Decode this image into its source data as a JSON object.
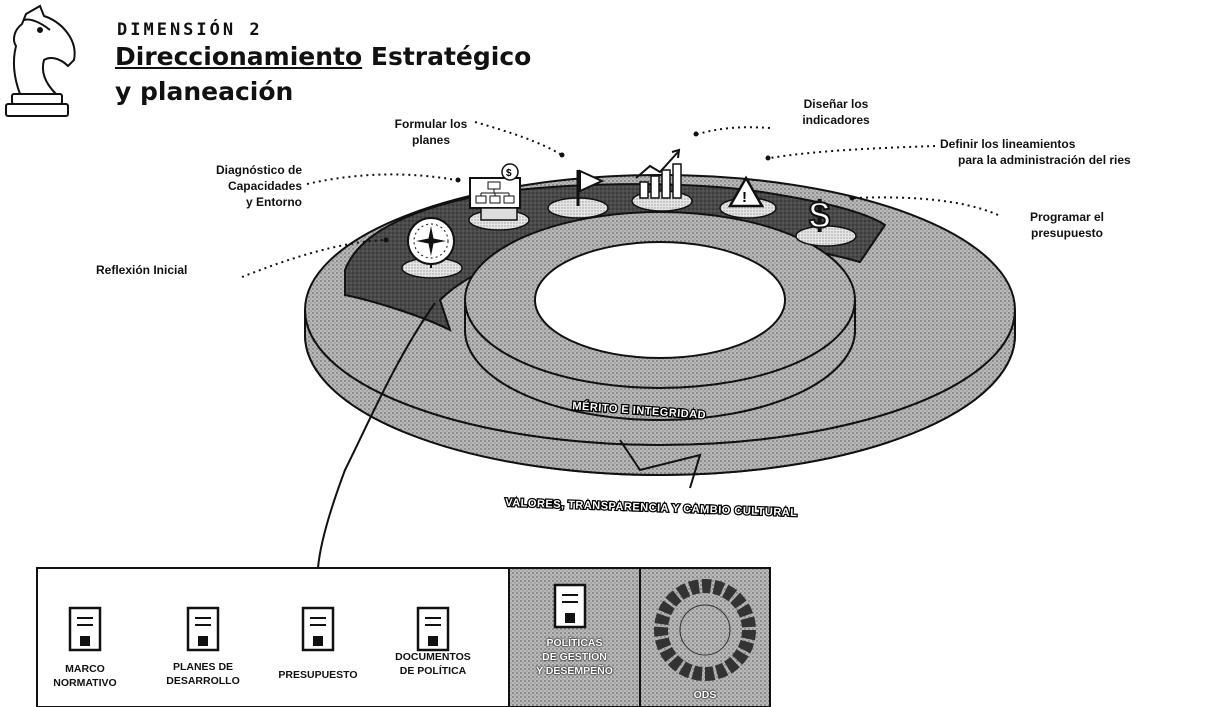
{
  "header": {
    "dimension_label": "DIMENSIÓN 2",
    "title_underlined": "Direccionamiento",
    "title_rest": " Estratégico",
    "title_line2": "y planeación"
  },
  "steps": {
    "reflexion": "Reflexión Inicial",
    "diagnostico_1": "Diagnóstico de",
    "diagnostico_2": "Capacidades",
    "diagnostico_3": "y Entorno",
    "formular_1": "Formular los",
    "formular_2": "planes",
    "disenar_1": "Diseñar los",
    "disenar_2": "indicadores",
    "definir_1": "Definir los lineamientos",
    "definir_2": "para la administración del ries",
    "programar_1": "Programar el",
    "programar_2": "presupuesto"
  },
  "rings": {
    "inner": "MÉRITO E INTEGRIDAD",
    "outer": "VALORES, TRANSPARENCIA Y CAMBIO CULTURAL"
  },
  "documents": [
    {
      "line1": "MARCO",
      "line2": "NORMATIVO"
    },
    {
      "line1": "PLANES DE",
      "line2": "DESARROLLO"
    },
    {
      "line1": "PRESUPUESTO",
      "line2": ""
    },
    {
      "line1": "DOCUMENTOS",
      "line2": "DE POLÍTICA"
    },
    {
      "line1": "POLÍTICAS",
      "line2": "DE GESTIÓN",
      "line3": "Y DESEMPEÑO"
    },
    {
      "line1": "ODS"
    }
  ]
}
